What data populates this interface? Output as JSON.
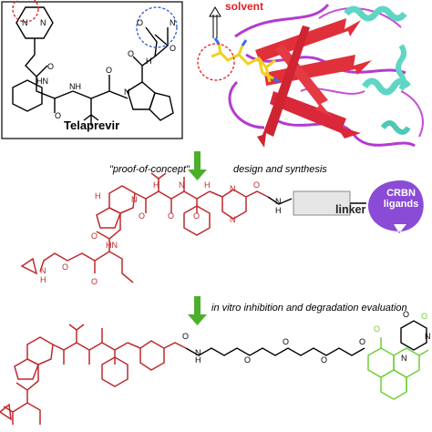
{
  "labels": {
    "drug_name": "Telaprevir",
    "solvent": "solvent",
    "step1_concept": "\"proof-of-concept\"",
    "step1_action": "design and synthesis",
    "step2_prefix": "in vitro",
    "step2_action": "inhibition and degradation evaluation",
    "linker": "linker",
    "crbn_line1": "CRBN",
    "crbn_line2": "ligands"
  },
  "atoms": {
    "O": "O",
    "N": "N",
    "H": "H",
    "NH": "NH",
    "HN": "HN",
    "H_N": "H\nN"
  },
  "colors": {
    "warhead_red": "#c0282c",
    "ligand_green": "#6fcf3a",
    "arrow_green": "#4caf2a",
    "crbn_purple": "#8a4bd6",
    "helix_cyan": "#5fd6c4",
    "sheet_red": "#e0303a",
    "loop_magenta": "#b33bd0",
    "ligand_yellow": "#f0d020",
    "circle_red_dashed": "#e02020",
    "circle_blue_dashed": "#2a5bd7"
  },
  "icons": [
    "down-arrow-icon",
    "up-arrow-icon"
  ]
}
